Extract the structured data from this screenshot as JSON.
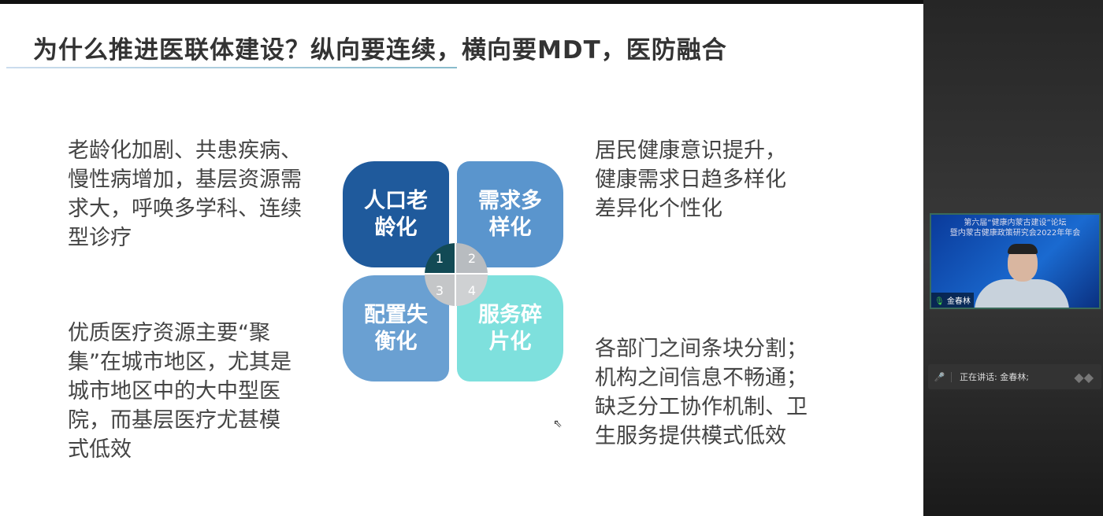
{
  "slide": {
    "title": "为什么推进医联体建设？纵向要连续，横向要MDT，医防融合",
    "text_top_left": "老龄化加剧、共患疾病、慢性病增加，基层资源需求大，呼唤多学科、连续型诊疗",
    "text_bottom_left": "优质医疗资源主要“聚集”在城市地区，尤其是城市地区中的大中型医院，而基层医疗尤甚模式低效",
    "text_top_right": "居民健康意识提升，健康需求日趋多样化差异化个性化",
    "text_bottom_right": "各部门之间条块分割；机构之间信息不畅通；缺乏分工协作机制、卫生服务提供模式低效",
    "tiles": [
      {
        "label": "人口老龄化",
        "num": "1"
      },
      {
        "label": "需求多样化",
        "num": "2"
      },
      {
        "label": "配置失衡化",
        "num": "3"
      },
      {
        "label": "服务碎片化",
        "num": "4"
      }
    ]
  },
  "video": {
    "banner1": "第六届“健康内蒙古建设”论坛",
    "banner2": "暨内蒙古健康政策研究会2022年年会",
    "speaker_name": "金春林"
  },
  "status": {
    "speaking": "正在讲话: 金春林;"
  }
}
